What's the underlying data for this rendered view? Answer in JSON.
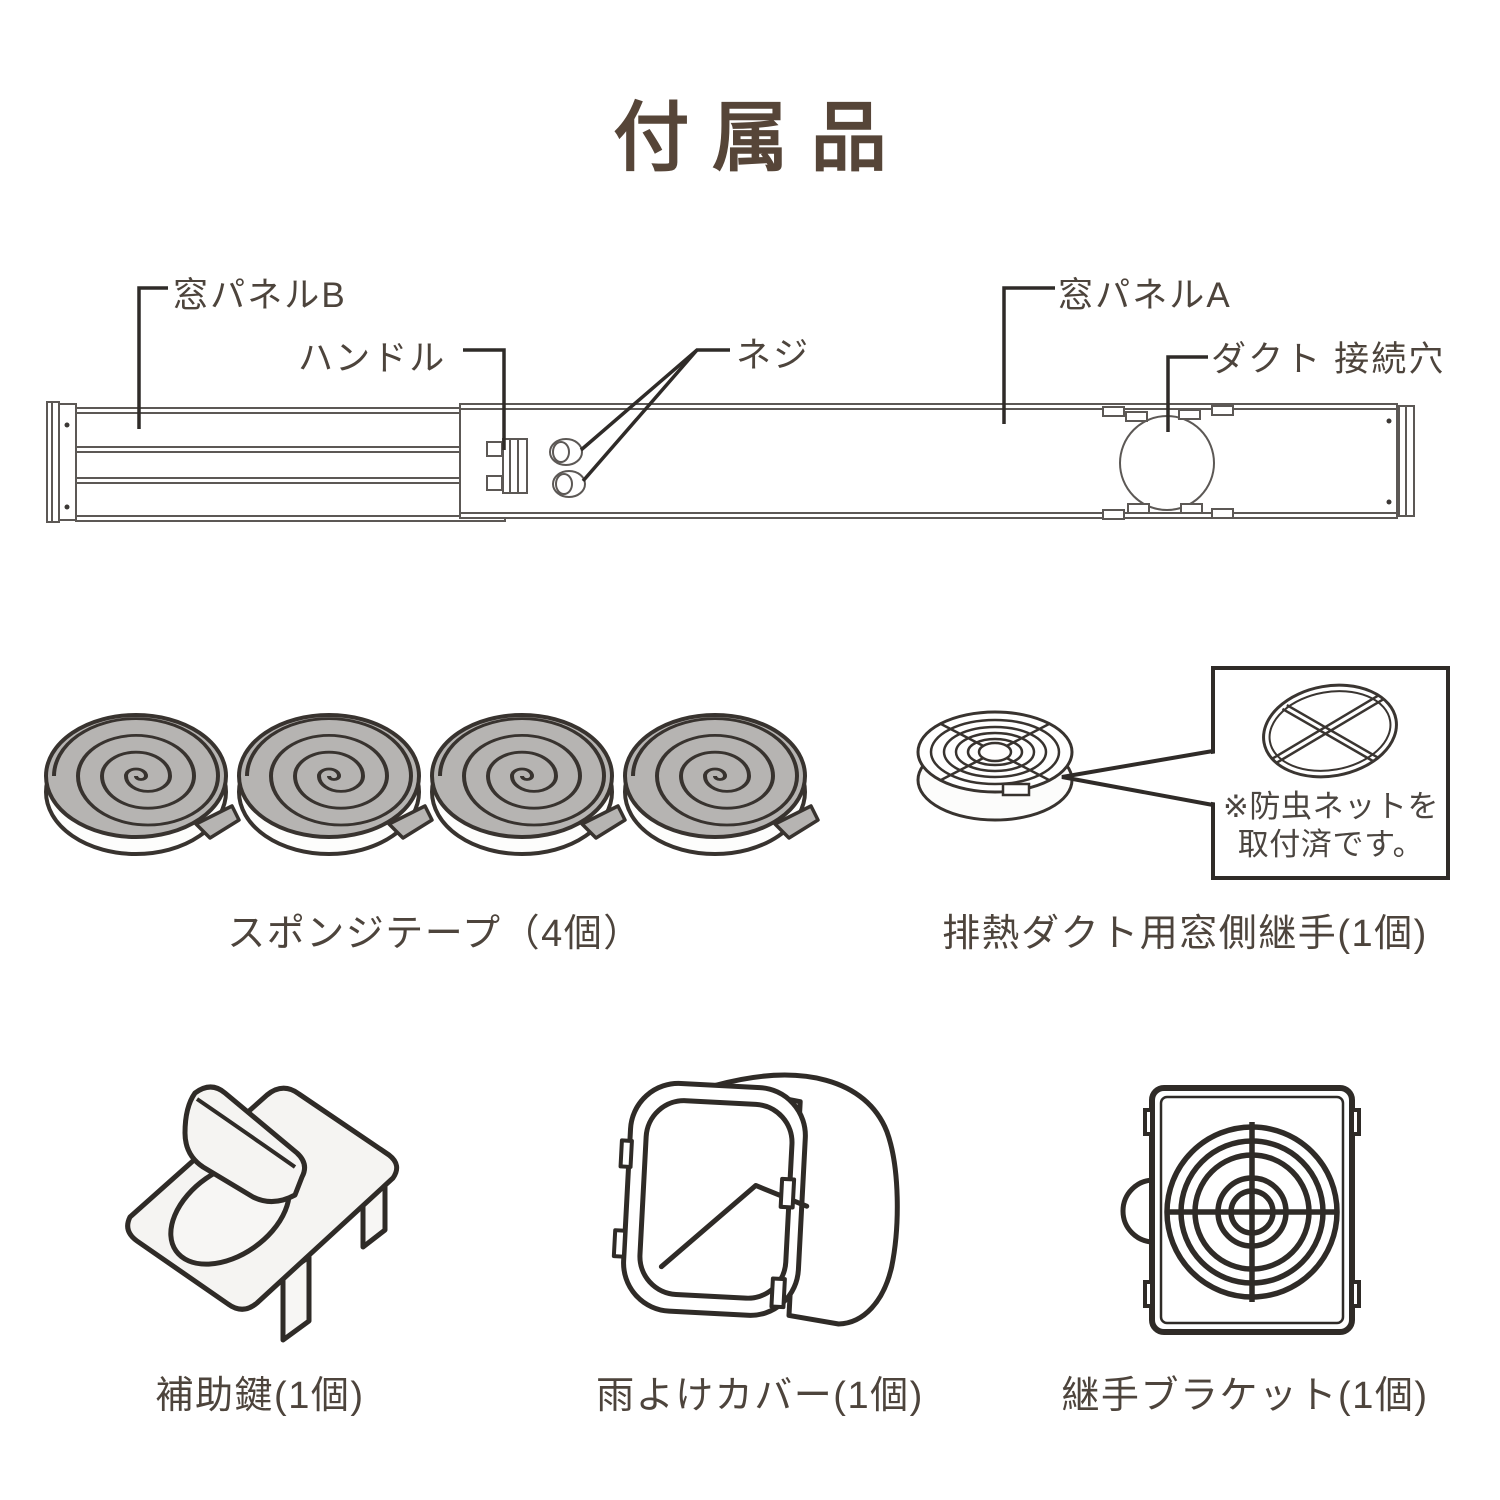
{
  "title": "付属品",
  "colors": {
    "background": "#ffffff",
    "title_text": "#564538",
    "label_text": "#4d443c",
    "line_art": "#2f2b28",
    "panel_line": "#5c5855",
    "tape_fill": "#b6b4b2"
  },
  "diagram_labels": {
    "panel_b": "窓パネルB",
    "handle": "ハンドル",
    "screws": "ネジ",
    "panel_a": "窓パネルA",
    "duct_hole": "ダクト 接続穴"
  },
  "accessories": {
    "sponge_tape": {
      "caption": "スポンジテープ（4個）"
    },
    "window_side_joint": {
      "caption": "排熱ダクト用窓側継手(1個)",
      "note_line1": "※防虫ネットを",
      "note_line2": "取付済です。"
    },
    "aux_lock": {
      "caption": "補助鍵(1個)"
    },
    "rain_cover": {
      "caption": "雨よけカバー(1個)"
    },
    "joint_bracket": {
      "caption": "継手ブラケット(1個)"
    }
  }
}
